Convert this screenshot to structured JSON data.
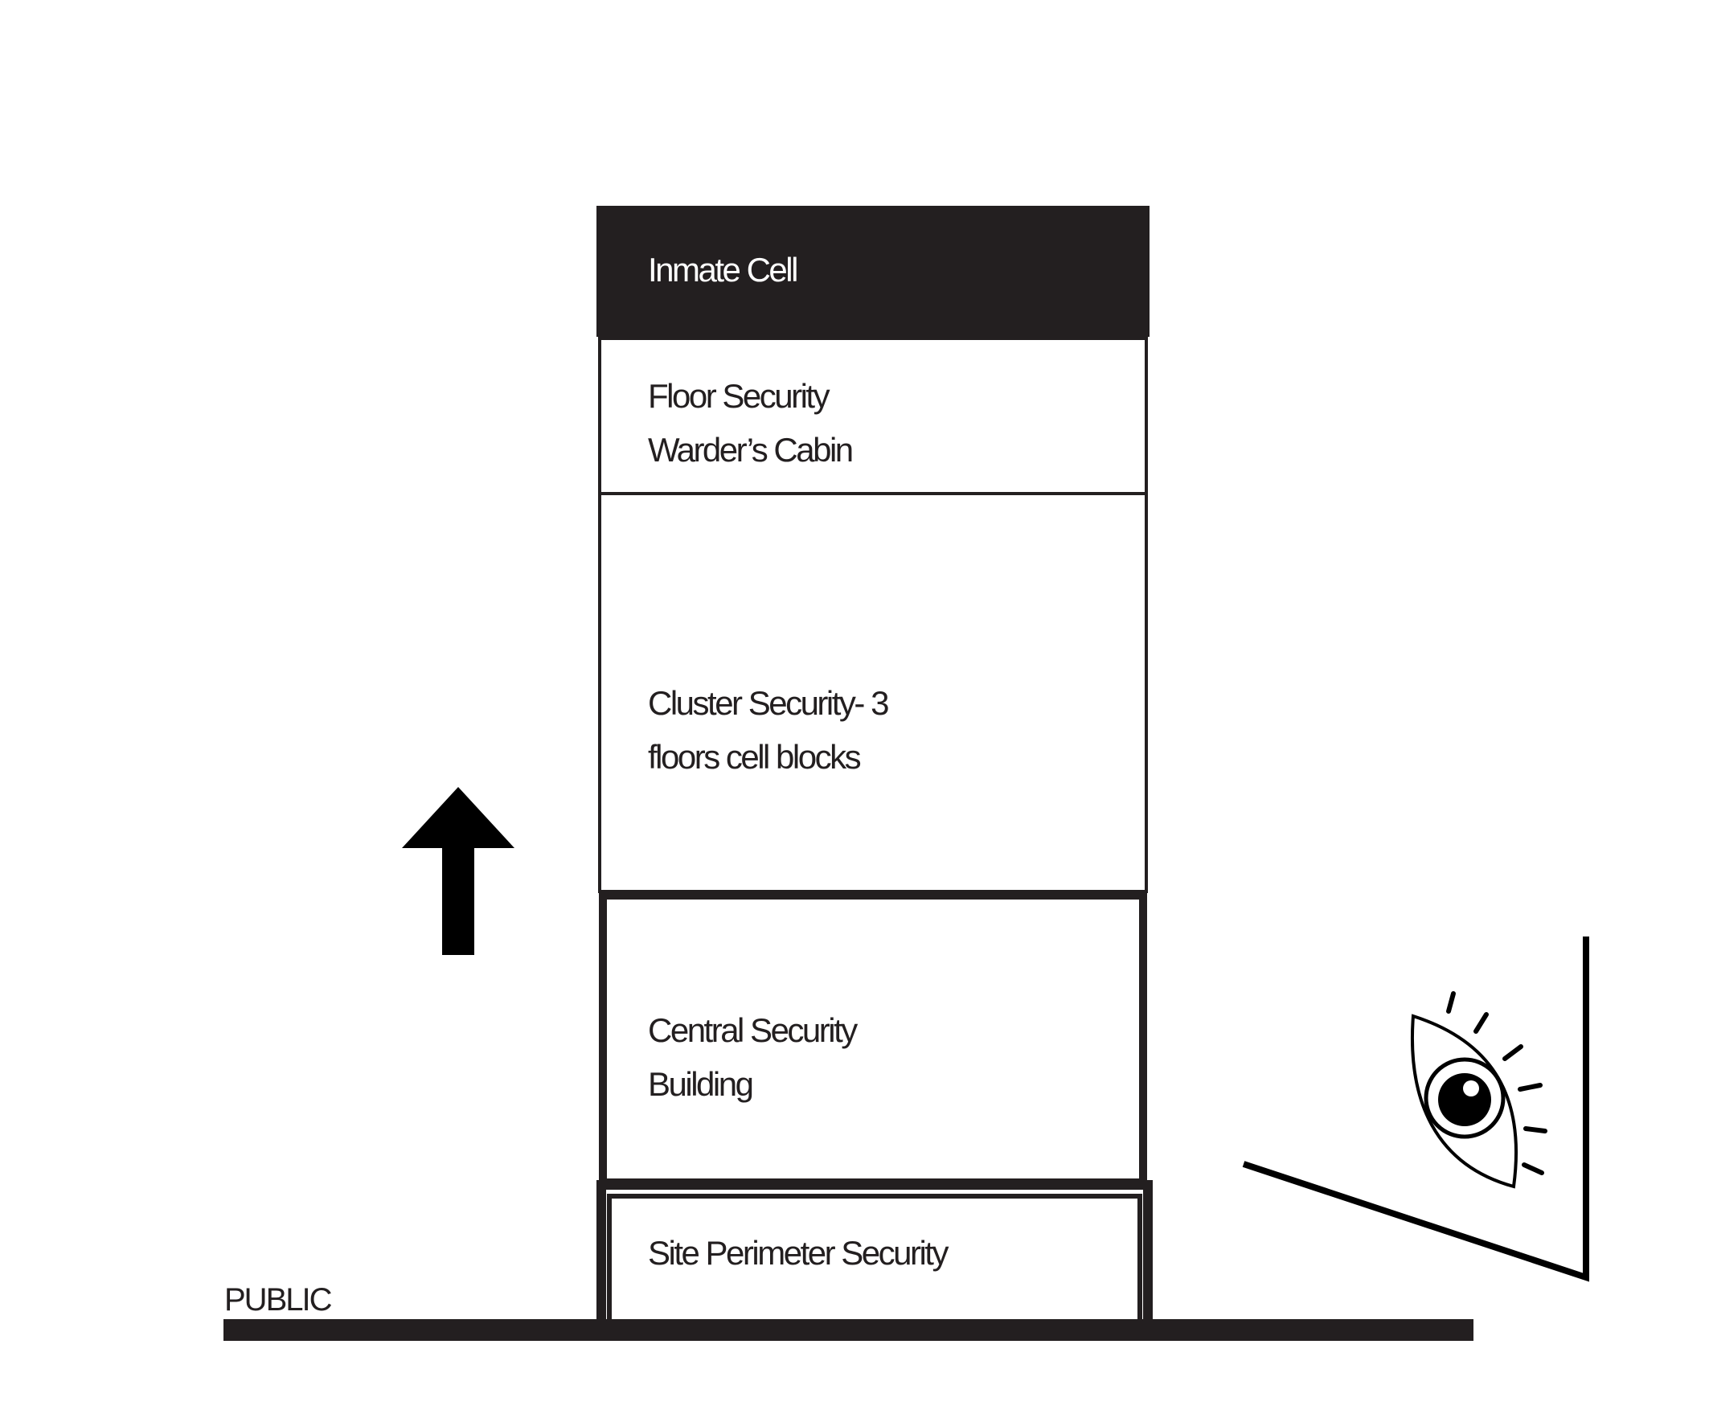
{
  "colors": {
    "ink": "#231f20",
    "paper": "#ffffff"
  },
  "levels": {
    "inmate_cell": {
      "line1": "Inmate Cell"
    },
    "floor_security": {
      "line1": "Floor Security",
      "line2": "Warder’s Cabin"
    },
    "cluster_security": {
      "line1": "Cluster Security- 3",
      "line2": "floors cell blocks"
    },
    "central_security": {
      "line1": "Central Security",
      "line2": "Building"
    },
    "site_perimeter": {
      "line1": "Site Perimeter Security"
    }
  },
  "ground": {
    "label": "PUBLIC"
  },
  "icons": {
    "progression": "arrow-up-icon",
    "observer": "eye-icon"
  }
}
